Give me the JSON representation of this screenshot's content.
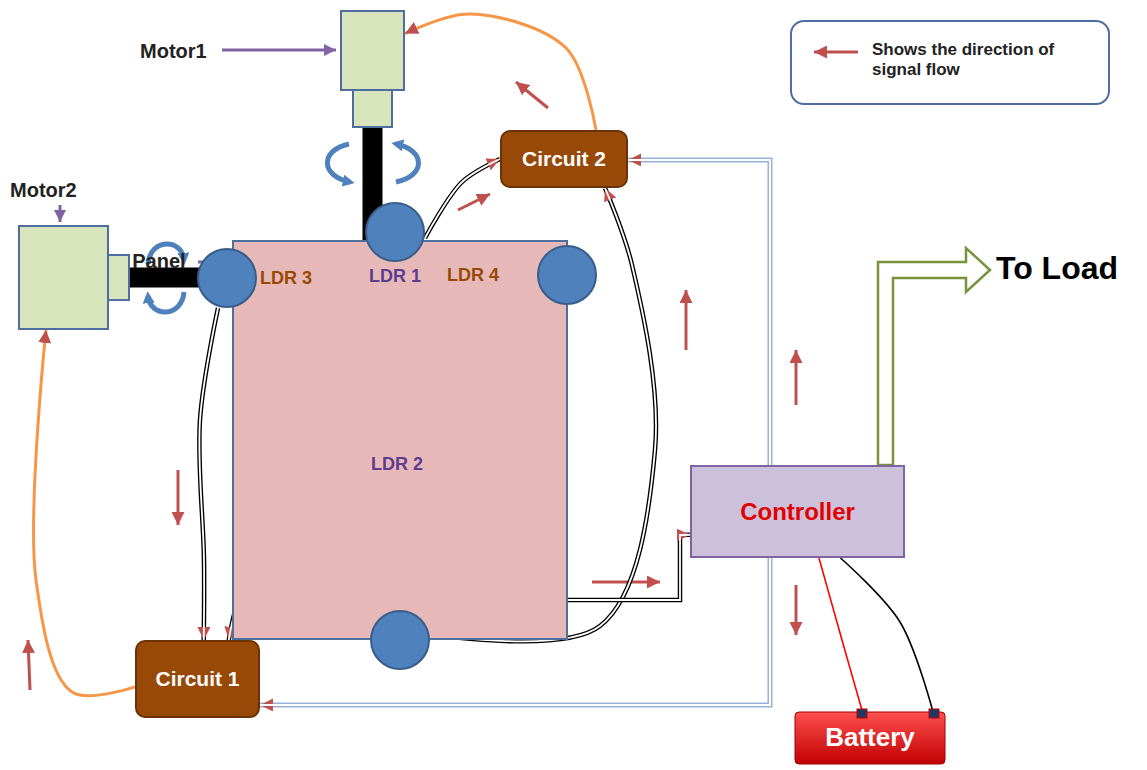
{
  "diagram": {
    "nodes": [
      {
        "text": [
          "Motor1"
        ]
      },
      {
        "text": [
          "Circuit 2"
        ]
      },
      {
        "text": [
          "PV Panel"
        ]
      },
      {
        "text": [
          "LDR 1"
        ],
        "in": 2
      },
      {
        "text": [
          "LDR 3"
        ],
        "in": 2
      },
      {
        "text": [
          "LDR 4"
        ],
        "in": 2
      },
      {
        "text": [
          "LDR 2"
        ],
        "in": 2
      },
      {
        "text": [
          "Motor2"
        ]
      },
      {
        "text": [
          "Controller"
        ]
      },
      {
        "text": [
          "Circuit 1"
        ]
      },
      {
        "text": [
          "Battery"
        ]
      }
    ],
    "edges": [
      {
        "from": 3,
        "to": 1,
        "arrow": "to"
      },
      {
        "from": 6,
        "to": 1,
        "arrow": "to"
      },
      {
        "from": 2,
        "to": 8,
        "arrow": "to"
      },
      {
        "from": 4,
        "to": 9,
        "arrow": "to"
      },
      {
        "from": 5,
        "to": 9,
        "arrow": "to"
      },
      {
        "from": 1,
        "to": 0,
        "arrow": "to"
      },
      {
        "from": 9,
        "to": 7,
        "arrow": "to"
      },
      {
        "from": 8,
        "to": 1,
        "arrow": "to"
      },
      {
        "from": 8,
        "to": 9,
        "arrow": "to"
      },
      {
        "from": 8,
        "to": 10,
        "arrow": "none"
      },
      {
        "from": 8,
        "to": 10,
        "arrow": "none"
      },
      {
        "from": 0,
        "to": 2,
        "arrow": "none"
      },
      {
        "from": 7,
        "to": 2,
        "arrow": "none"
      }
    ],
    "labels": [
      "To Load"
    ],
    "legend": [
      {
        "text": "Shows the direction of signal flow"
      }
    ]
  }
}
